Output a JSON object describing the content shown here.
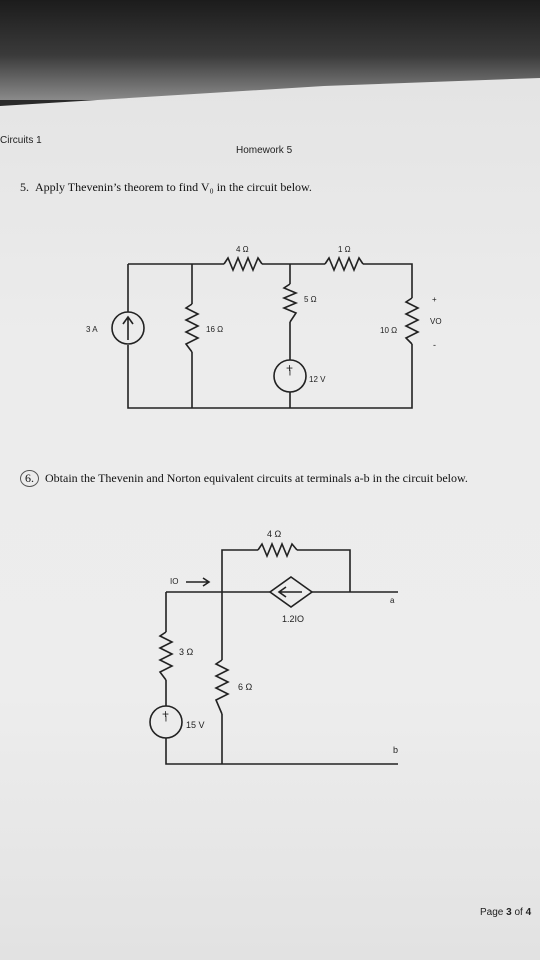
{
  "header": {
    "course": "Circuits 1",
    "assignment": "Homework 5"
  },
  "problem5": {
    "number": "5.",
    "text": "Apply Thevenin’s theorem to find V₀ in the circuit below.",
    "labels": {
      "current_source": "3 A",
      "r16": "16 Ω",
      "r4": "4 Ω",
      "r5": "5 Ω",
      "r1": "1 Ω",
      "r10": "10 Ω",
      "vsource": "12 V",
      "vsource_plus": "+",
      "vsource_minus": "−",
      "vo": "VO",
      "vo_plus": "+",
      "vo_minus": "-"
    }
  },
  "problem6": {
    "number": "6.",
    "text": "Obtain the Thevenin and Norton equivalent circuits at terminals a-b in the circuit below.",
    "labels": {
      "r4": "4 Ω",
      "io": "IO",
      "dep_source": "1.2IO",
      "r3": "3 Ω",
      "r6": "6 Ω",
      "vsource": "15 V",
      "vsource_plus": "+",
      "vsource_minus": "−",
      "terminal_a": "a",
      "terminal_b": "b"
    }
  },
  "footer": {
    "page_prefix": "Page ",
    "page_num": "3",
    "page_of": " of ",
    "page_total": "4"
  }
}
